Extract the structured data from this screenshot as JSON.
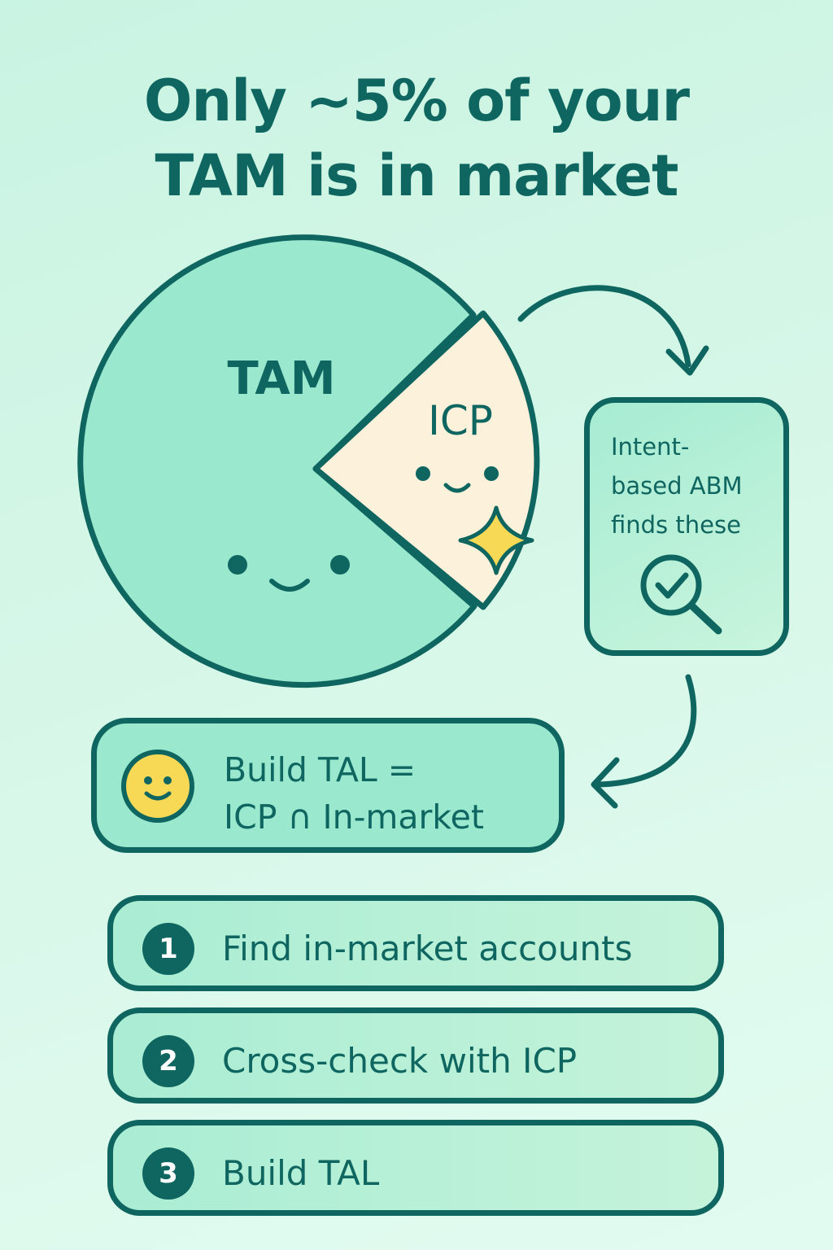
{
  "title": {
    "line1": "Only ~5% of your",
    "line2": "TAM is in market"
  },
  "pie": {
    "tam_label": "TAM",
    "icp_label": "ICP"
  },
  "intent_box": {
    "text": "Intent-\nbased ABM\nfinds these"
  },
  "tal_box": {
    "line1": "Build TAL =",
    "line2": "ICP ∩ In-market"
  },
  "steps": [
    {
      "number": "1",
      "label": "Find in-market accounts"
    },
    {
      "number": "2",
      "label": "Cross-check with ICP"
    },
    {
      "number": "3",
      "label": "Build TAL"
    }
  ],
  "colors": {
    "ink": "#0f6660",
    "tam_fill": "#9ae9cf",
    "icp_fill": "#fcf2dc",
    "sparkle": "#f7d955",
    "background": "#d6f7e8"
  }
}
